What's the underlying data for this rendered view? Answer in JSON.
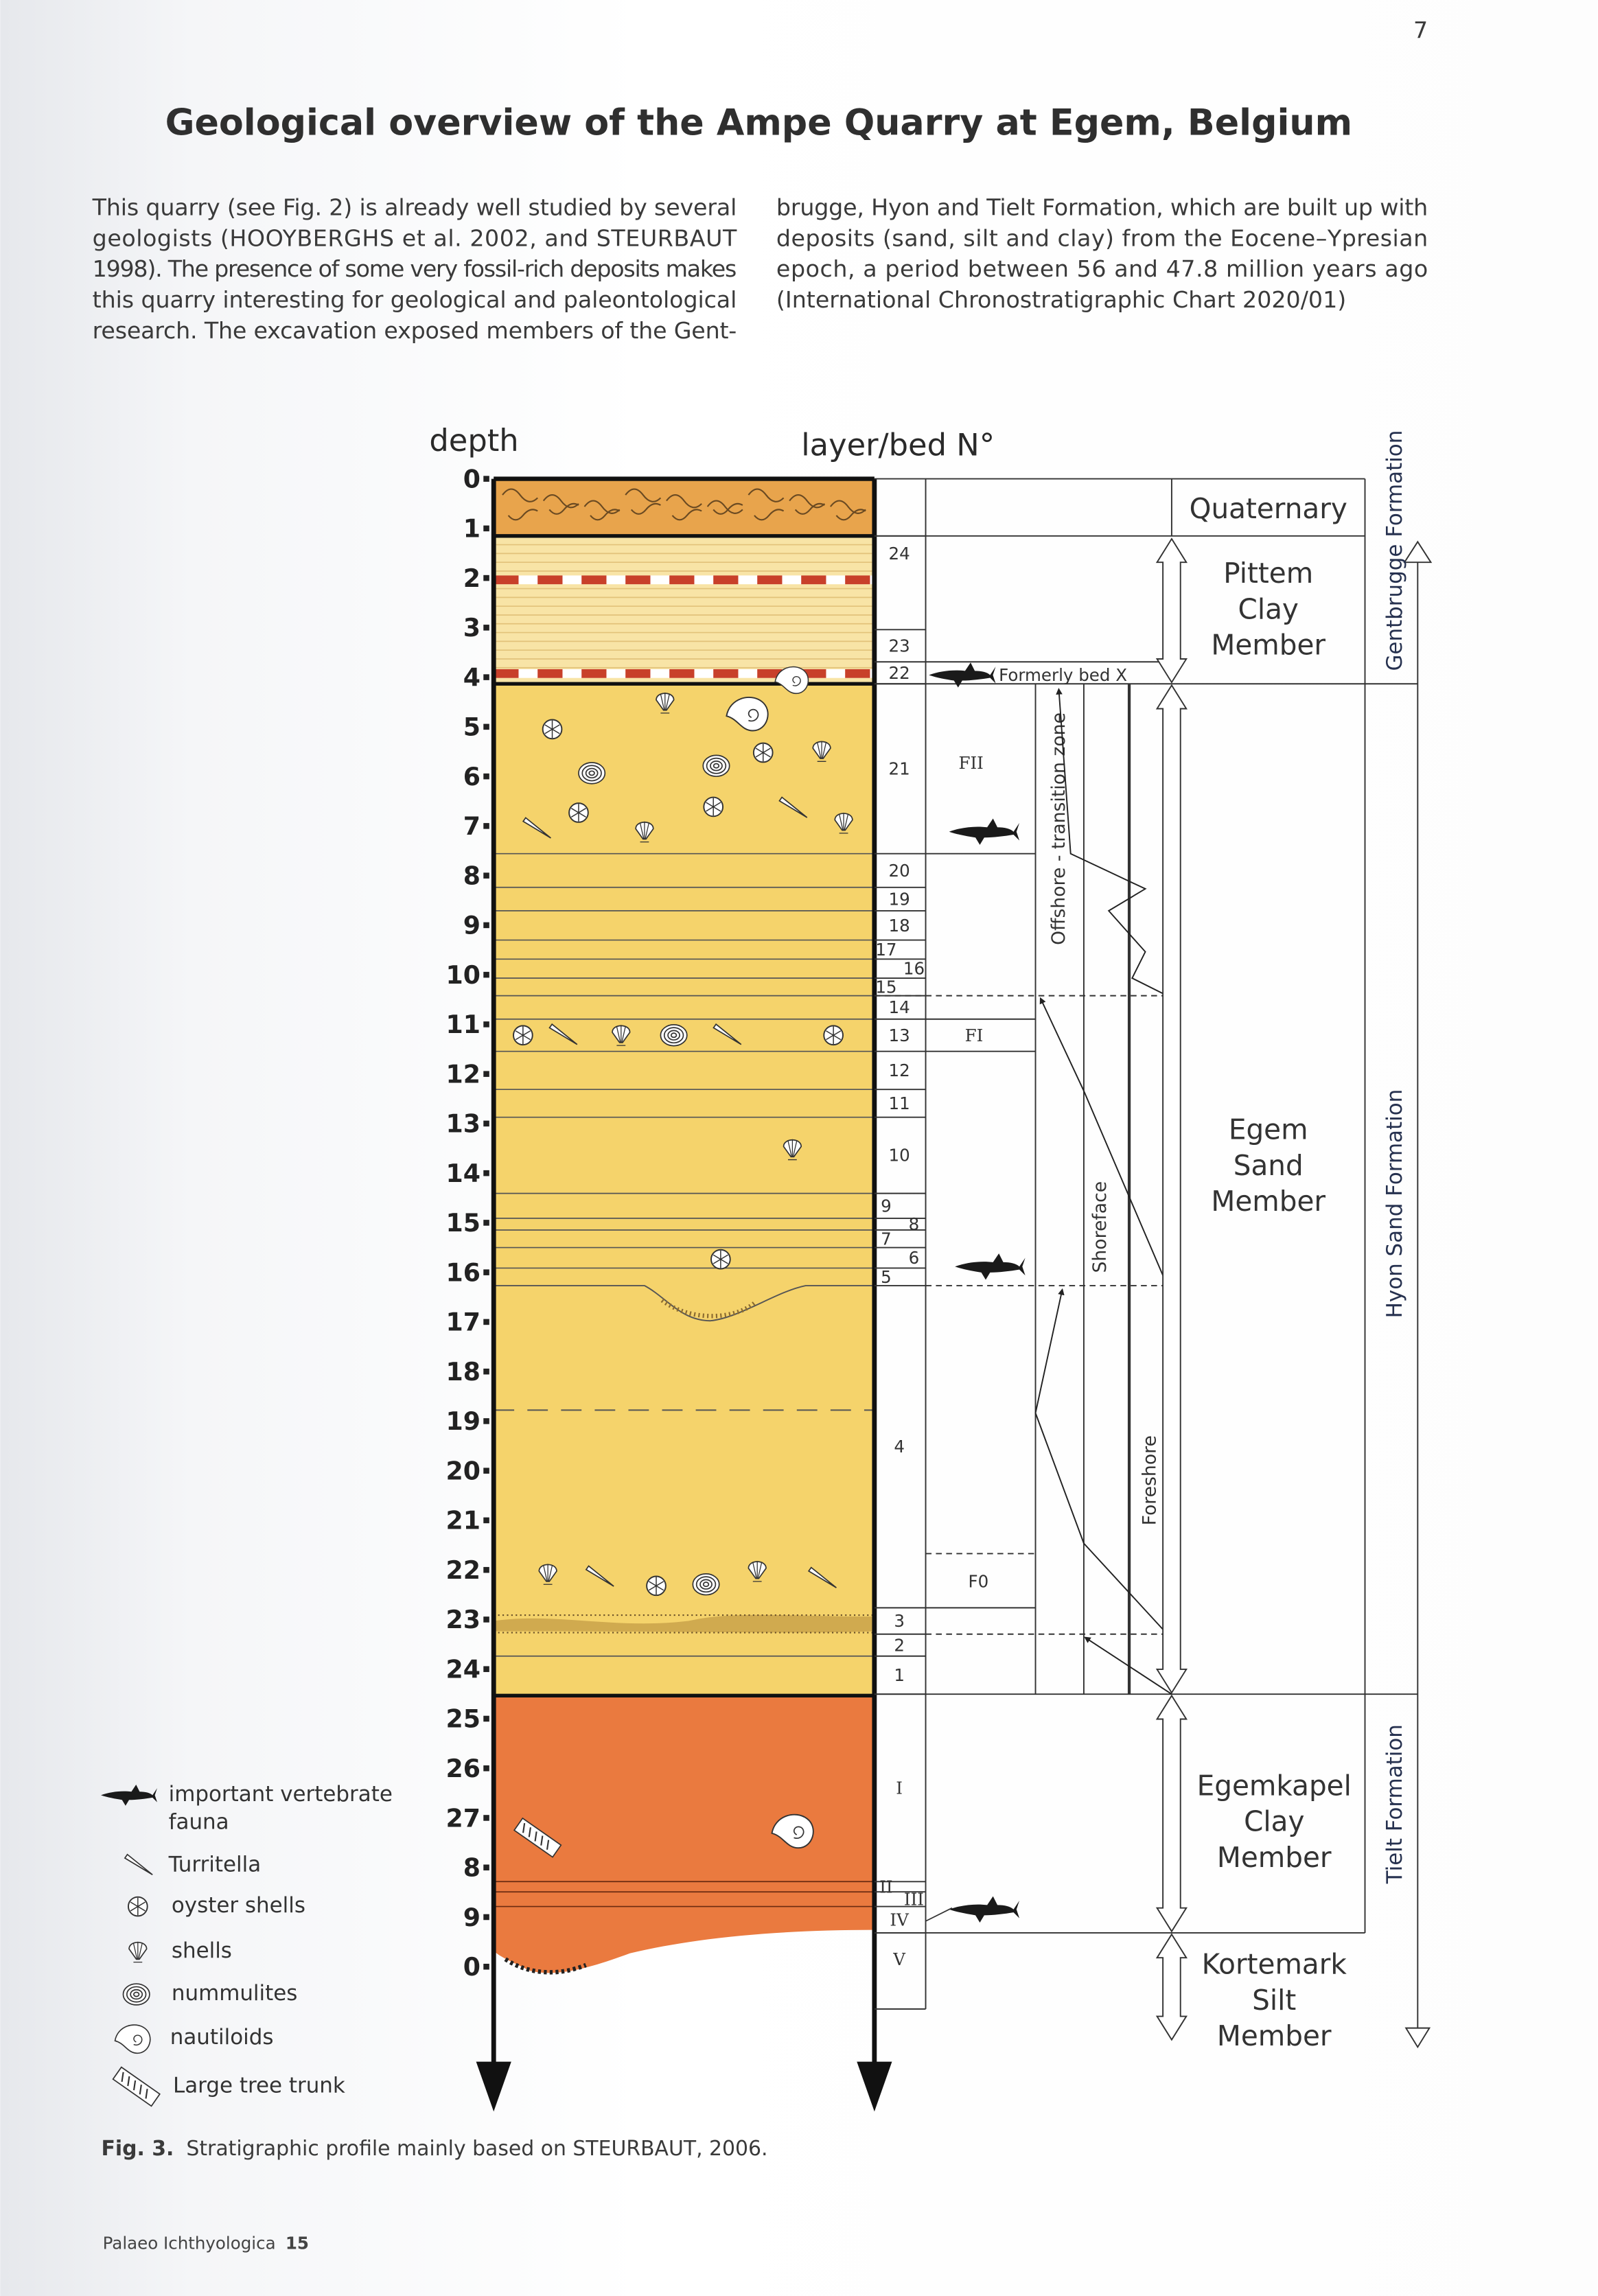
{
  "page_number": "7",
  "title": "Geological overview of the Ampe Quarry at Egem, Belgium",
  "intro": {
    "left_lines": [
      "This quarry (see Fig. 2) is already well studied by several",
      "geologists (HOOYBERGHS et al. 2002, and STEURBAUT",
      "1998). The presence of some very fossil-rich deposits makes",
      "this quarry interesting for geological and paleontological",
      "research. The excavation exposed members of the Gent-"
    ],
    "right_lines": [
      "brugge, Hyon and Tielt Formation, which are built up with",
      "deposits (sand, silt and clay) from the Eocene–Ypresian",
      "epoch, a period between 56 and 47.8 million years ago",
      "(International Chronostratigraphic Chart 2020/01)"
    ]
  },
  "figure": {
    "depth_label": "depth",
    "bed_header": "layer/bed N°",
    "depth_ticks": [
      "0",
      "1",
      "2",
      "3",
      "4",
      "5",
      "6",
      "7",
      "8",
      "9",
      "10",
      "11",
      "12",
      "13",
      "14",
      "15",
      "16",
      "17",
      "18",
      "19",
      "20",
      "21",
      "22",
      "23",
      "24",
      "25",
      "26",
      "27",
      "8",
      "9",
      "0"
    ],
    "beds": [
      "24",
      "23",
      "22",
      "21",
      "20",
      "19",
      "18",
      "17",
      "16",
      "15",
      "14",
      "13",
      "12",
      "11",
      "10",
      "9",
      "8",
      "7",
      "6",
      "5",
      "4",
      "3",
      "2",
      "1",
      "I",
      "II",
      "III",
      "IV",
      "V"
    ],
    "facies": {
      "fii": "FII",
      "fi": "FI",
      "f0": "F0"
    },
    "annotation": "Formerly bed X",
    "zones": {
      "offshore": "Offshore - transition zone",
      "shoreface": "Shoreface",
      "foreshore": "Foreshore"
    },
    "units": {
      "quaternary": "Quaternary",
      "pittem": [
        "Pittem",
        "Clay",
        "Member"
      ],
      "egem": [
        "Egem",
        "Sand",
        "Member"
      ],
      "egemkapel": [
        "Egemkapel",
        "Clay",
        "Member"
      ],
      "kortemark": [
        "Kortemark",
        "Silt",
        "Member"
      ]
    },
    "formations": {
      "gentbrugge": "Gentbrugge Formation",
      "hyon": "Hyon Sand Formation",
      "tielt": "Tielt Formation"
    },
    "legend": [
      {
        "icon": "shark-icon",
        "lines": [
          "important vertebrate",
          "fauna"
        ]
      },
      {
        "icon": "turritella-icon",
        "lines": [
          "Turritella"
        ]
      },
      {
        "icon": "oyster-icon",
        "lines": [
          "oyster shells"
        ]
      },
      {
        "icon": "shell-icon",
        "lines": [
          "shells"
        ]
      },
      {
        "icon": "nummulite-icon",
        "lines": [
          "nummulites"
        ]
      },
      {
        "icon": "nautiloid-icon",
        "lines": [
          "nautiloids"
        ]
      },
      {
        "icon": "tree-trunk-icon",
        "lines": [
          "Large tree trunk"
        ]
      }
    ],
    "colors": {
      "quaternary": "#e8a44c",
      "clay_light": "#f8e4a6",
      "sand": "#f5d36b",
      "clay_orange": "#ea7a3f",
      "band_red": "#c8402a"
    }
  },
  "caption": {
    "label": "Fig. 3.",
    "text": "Stratigraphic profile mainly based on STEURBAUT, 2006."
  },
  "footer": {
    "journal": "Palaeo Ichthyologica",
    "issue": "15"
  }
}
